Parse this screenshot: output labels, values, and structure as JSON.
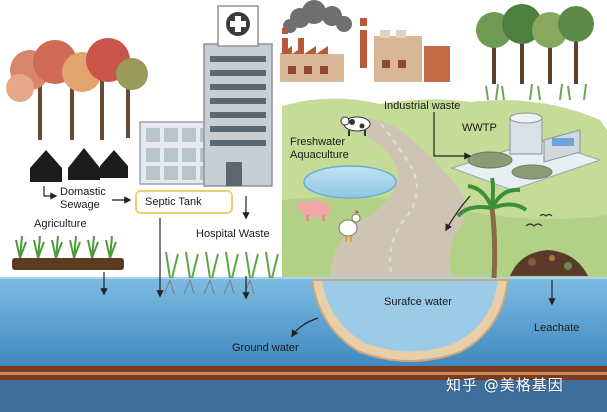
{
  "labels": {
    "domestic_sewage": [
      "Domastic",
      "Sewage"
    ],
    "agriculture": "Agriculture",
    "septic_tank": "Septic Tank",
    "hospital_waste": "Hospital Waste",
    "freshwater_aquaculture": [
      "Freshwater",
      "Aquaculture"
    ],
    "industrial_waste": "Industrial waste",
    "wwtp": "WWTP",
    "surface_water": "Surafce water",
    "ground_water": "Ground water",
    "leachate": "Leachate"
  },
  "watermark": "知乎 @美格基因",
  "colors": {
    "water": "#6fb0d9",
    "water_deep": "#4d93c7",
    "land": "#c9dfa0",
    "road": "#cfc3b4",
    "sediment": "#e8cfa8",
    "septic_border": "#e8d36a"
  }
}
